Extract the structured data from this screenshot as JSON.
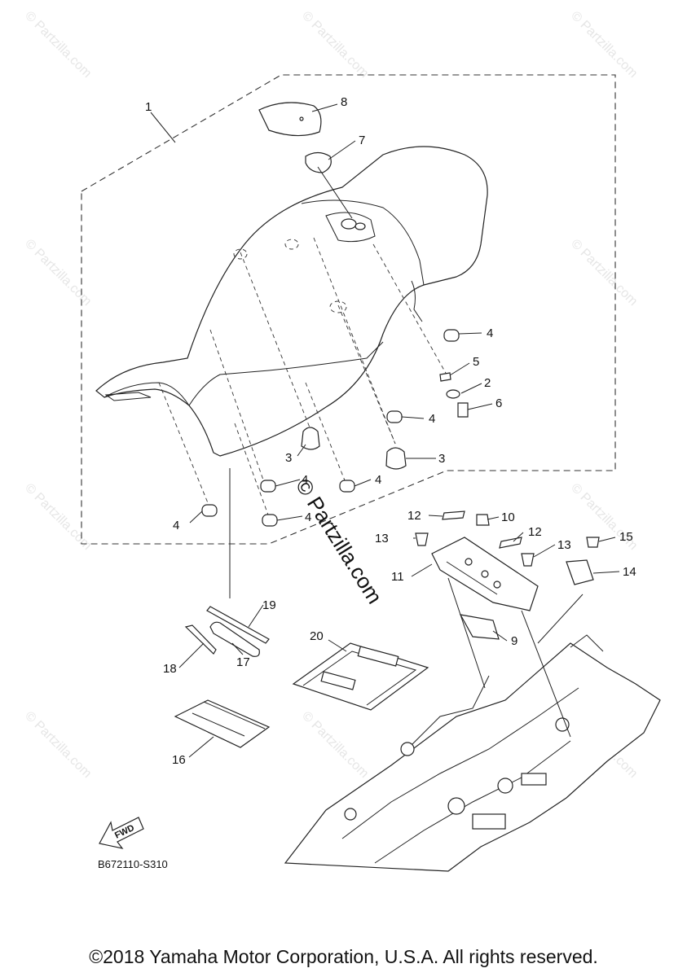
{
  "diagram": {
    "callouts": [
      {
        "id": "c1",
        "label": "1"
      },
      {
        "id": "c8",
        "label": "8"
      },
      {
        "id": "c7",
        "label": "7"
      },
      {
        "id": "c4a",
        "label": "4"
      },
      {
        "id": "c5",
        "label": "5"
      },
      {
        "id": "c2",
        "label": "2"
      },
      {
        "id": "c6",
        "label": "6"
      },
      {
        "id": "c4b",
        "label": "4"
      },
      {
        "id": "c3a",
        "label": "3"
      },
      {
        "id": "c3b",
        "label": "3"
      },
      {
        "id": "c4c",
        "label": "4"
      },
      {
        "id": "c4d",
        "label": "4"
      },
      {
        "id": "c4e",
        "label": "4"
      },
      {
        "id": "c4f",
        "label": "4"
      },
      {
        "id": "c12a",
        "label": "12"
      },
      {
        "id": "c10",
        "label": "10"
      },
      {
        "id": "c12b",
        "label": "12"
      },
      {
        "id": "c13a",
        "label": "13"
      },
      {
        "id": "c13b",
        "label": "13"
      },
      {
        "id": "c15",
        "label": "15"
      },
      {
        "id": "c14",
        "label": "14"
      },
      {
        "id": "c11",
        "label": "11"
      },
      {
        "id": "c9",
        "label": "9"
      },
      {
        "id": "c19",
        "label": "19"
      },
      {
        "id": "c18",
        "label": "18"
      },
      {
        "id": "c17",
        "label": "17"
      },
      {
        "id": "c20",
        "label": "20"
      },
      {
        "id": "c16",
        "label": "16"
      }
    ],
    "fwd_label": "FWD",
    "reference_code": "B672110-S310",
    "watermark_text": "© Partzilla.com",
    "center_watermark": "© Partzilla.com"
  },
  "footer": {
    "copyright": "©2018 Yamaha Motor Corporation, U.S.A. All rights reserved."
  },
  "colors": {
    "line": "#222222",
    "background": "#ffffff",
    "watermark": "#e6e6e6"
  }
}
